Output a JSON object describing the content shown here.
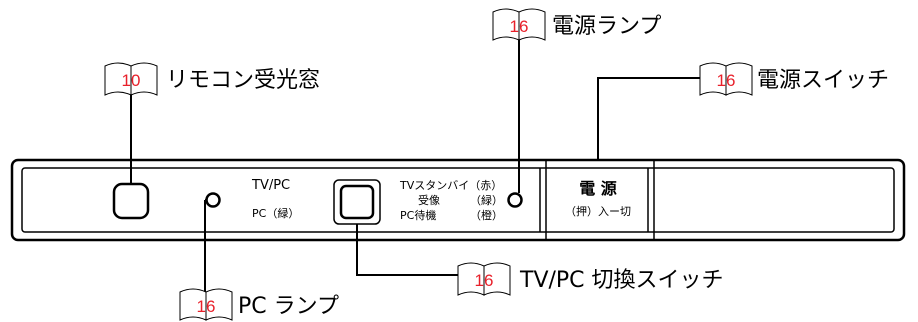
{
  "callouts": {
    "remote_sensor": {
      "page": "10",
      "label": "リモコン受光窓"
    },
    "power_lamp": {
      "page": "16",
      "label": "電源ランプ"
    },
    "power_switch": {
      "page": "16",
      "label": "電源スイッチ"
    },
    "tvpc_switch": {
      "page": "16",
      "label": "TV/PC 切換スイッチ"
    },
    "pc_lamp": {
      "page": "16",
      "label": "PC ランプ"
    }
  },
  "panel": {
    "tvpc_label": "TV/PC",
    "pc_green": "PC（緑）",
    "status_line1": "TVスタンバイ（赤）",
    "status_line2_left": "受像",
    "status_line2_right": "（緑）",
    "status_line3_left": "PC待機",
    "status_line3_right": "（橙）",
    "power_title": "電 源",
    "power_sub": "（押）入ー切"
  },
  "colors": {
    "page_ref": "#e8202a",
    "line": "#000000"
  }
}
